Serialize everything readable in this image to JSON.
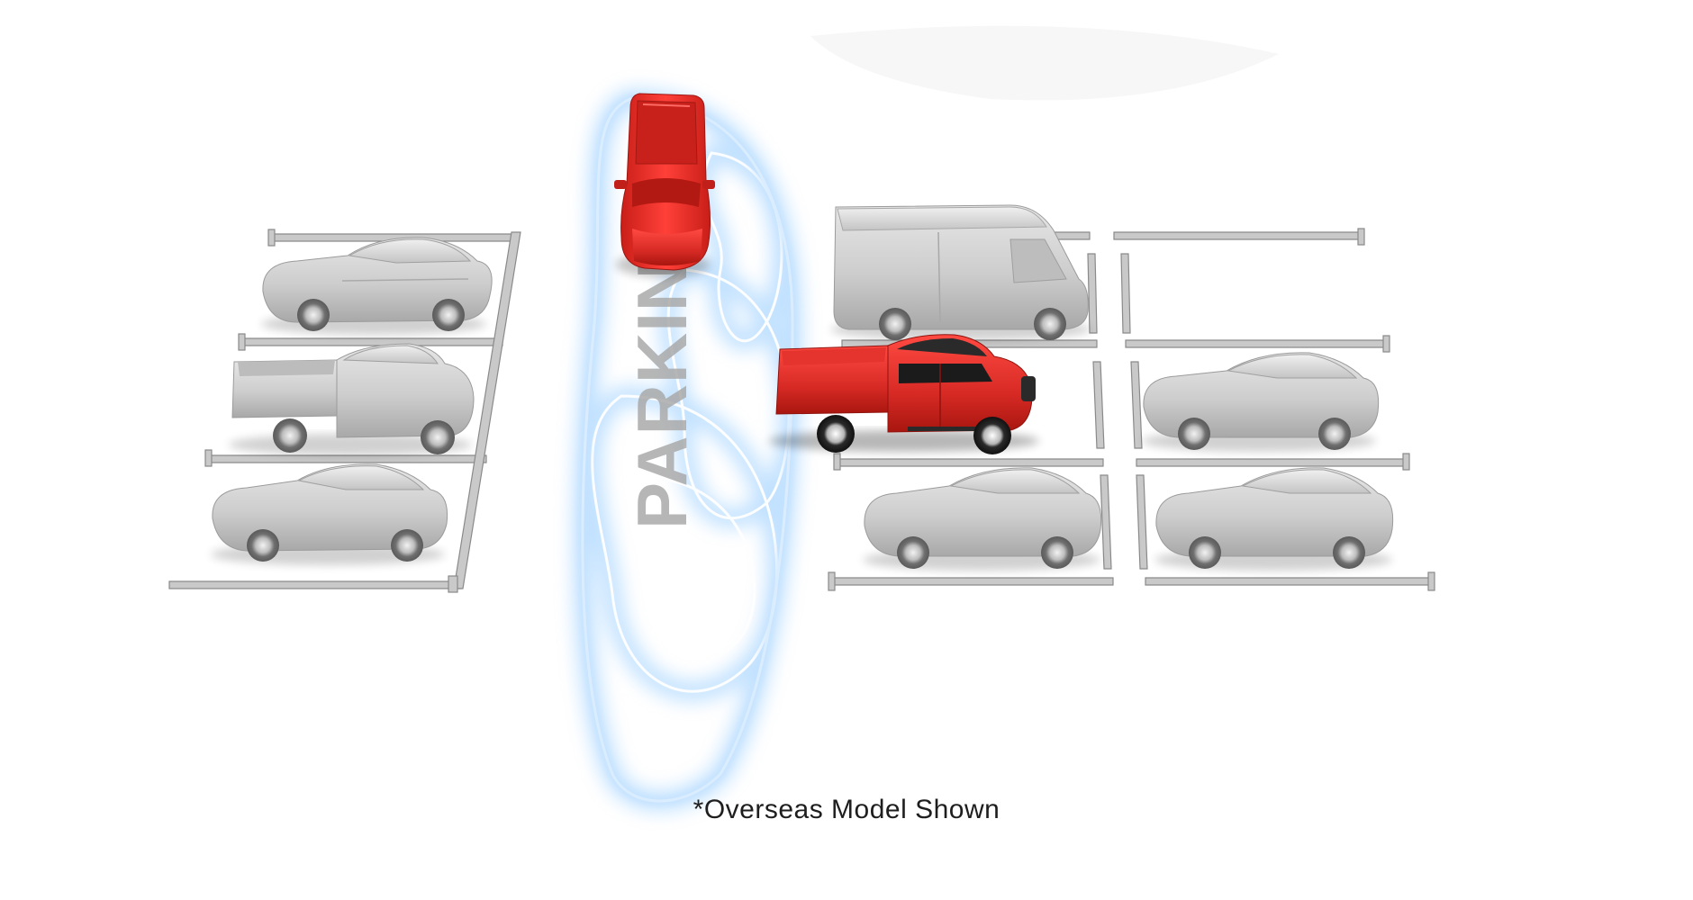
{
  "floor_text": "PARKING",
  "disclaimer": "*Overseas Model Shown",
  "colors": {
    "background": "#ffffff",
    "accent_vehicle": "#d82a25",
    "parked_vehicle": "#cfcfcf",
    "parking_line": "#8a8a8a",
    "sensor_glow": "#8fc9ff",
    "floor_text": "#a9a9a9"
  },
  "vehicles": [
    {
      "kind": "pickup",
      "color": "red",
      "role": "moving"
    },
    {
      "kind": "pickup",
      "color": "red",
      "role": "parking"
    },
    {
      "kind": "sedan",
      "color": "grey",
      "role": "parked"
    },
    {
      "kind": "pickup",
      "color": "grey",
      "role": "parked"
    },
    {
      "kind": "sedan",
      "color": "grey",
      "role": "parked"
    },
    {
      "kind": "van",
      "color": "grey",
      "role": "parked"
    },
    {
      "kind": "sedan",
      "color": "grey",
      "role": "parked"
    },
    {
      "kind": "sedan",
      "color": "grey",
      "role": "parked"
    },
    {
      "kind": "sedan",
      "color": "grey",
      "role": "parked"
    }
  ],
  "icons": [
    "rear-cross-traffic-sensor-icon"
  ]
}
